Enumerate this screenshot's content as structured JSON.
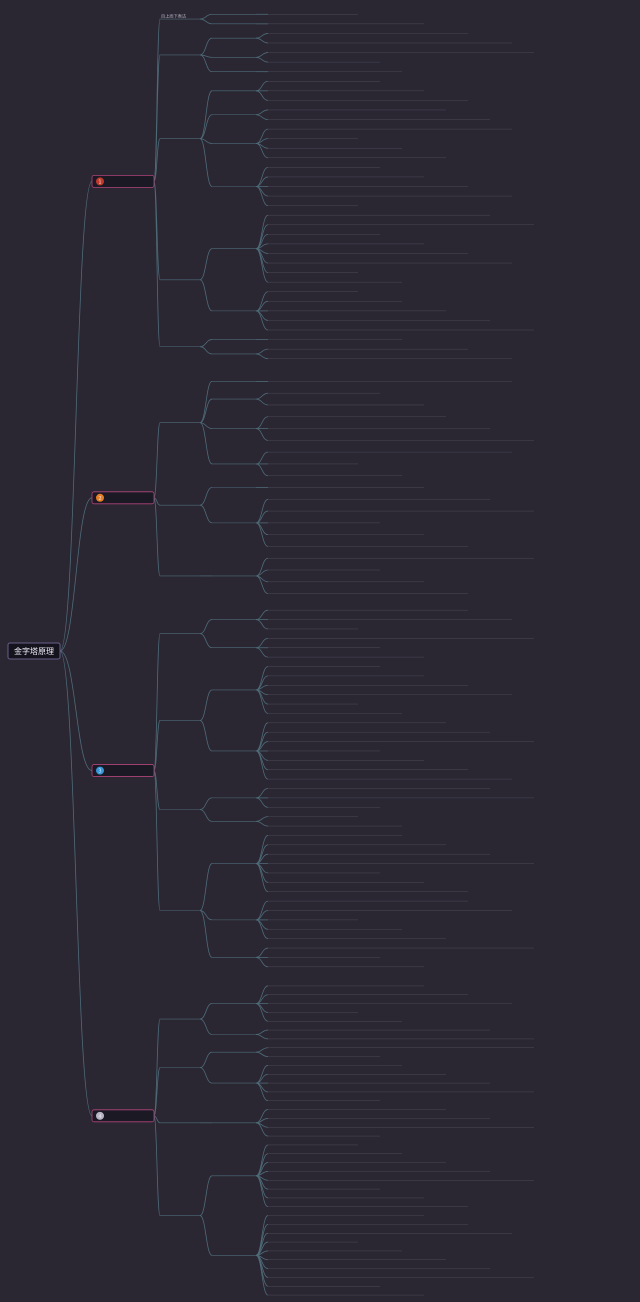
{
  "root": {
    "label": "金字塔原理"
  },
  "branches": [
    {
      "number": "1",
      "label": "",
      "color": "#c0392b",
      "groups": [
        {
          "label": "自上而下表达",
          "leaves": [
            {
              "label": "",
              "subs": [
                ""
              ]
            },
            {
              "label": "",
              "subs": [
                ""
              ]
            }
          ]
        },
        {
          "label": "",
          "leaves": [
            {
              "label": "",
              "subs": [
                "",
                ""
              ]
            },
            {
              "label": "",
              "subs": [
                "",
                ""
              ]
            },
            {
              "label": "",
              "subs": [
                ""
              ]
            }
          ]
        },
        {
          "label": "",
          "leaves": [
            {
              "label": "",
              "subs": [
                "",
                "",
                ""
              ]
            },
            {
              "label": "",
              "subs": [
                "",
                ""
              ]
            },
            {
              "label": "",
              "subs": [
                "",
                "",
                "",
                ""
              ]
            },
            {
              "label": "",
              "subs": [
                "",
                "",
                "",
                "",
                ""
              ]
            }
          ]
        },
        {
          "label": "",
          "leaves": [
            {
              "label": "",
              "subs": [
                "",
                "",
                "",
                "",
                "",
                "",
                "",
                ""
              ]
            },
            {
              "label": "",
              "subs": [
                "",
                "",
                "",
                "",
                ""
              ]
            }
          ]
        },
        {
          "label": "",
          "leaves": [
            {
              "label": "",
              "subs": [
                ""
              ]
            },
            {
              "label": "",
              "subs": [
                "",
                ""
              ]
            }
          ]
        }
      ]
    },
    {
      "number": "2",
      "label": "",
      "color": "#e67e22",
      "groups": [
        {
          "label": "",
          "leaves": [
            {
              "label": "",
              "subs": [
                ""
              ]
            },
            {
              "label": "",
              "subs": [
                "",
                ""
              ]
            },
            {
              "label": "",
              "subs": [
                "",
                "",
                ""
              ]
            },
            {
              "label": "",
              "subs": [
                "",
                "",
                ""
              ]
            }
          ]
        },
        {
          "label": "",
          "leaves": [
            {
              "label": "",
              "subs": [
                ""
              ]
            },
            {
              "label": "",
              "subs": [
                "",
                "",
                "",
                "",
                ""
              ]
            }
          ]
        },
        {
          "label": "",
          "leaves": [
            {
              "label": "",
              "subs": [
                "",
                "",
                "",
                ""
              ]
            }
          ]
        }
      ]
    },
    {
      "number": "3",
      "label": "",
      "color": "#3498db",
      "groups": [
        {
          "label": "",
          "leaves": [
            {
              "label": "",
              "subs": [
                "",
                "",
                ""
              ]
            },
            {
              "label": "",
              "subs": [
                "",
                "",
                ""
              ]
            }
          ]
        },
        {
          "label": "",
          "leaves": [
            {
              "label": "",
              "subs": [
                "",
                "",
                "",
                "",
                "",
                ""
              ]
            },
            {
              "label": "",
              "subs": [
                "",
                "",
                "",
                "",
                "",
                "",
                ""
              ]
            }
          ]
        },
        {
          "label": "",
          "leaves": [
            {
              "label": "",
              "subs": [
                "",
                "",
                ""
              ]
            },
            {
              "label": "",
              "subs": [
                "",
                ""
              ]
            }
          ]
        },
        {
          "label": "",
          "leaves": [
            {
              "label": "",
              "subs": [
                "",
                "",
                "",
                "",
                "",
                "",
                ""
              ]
            },
            {
              "label": "",
              "subs": [
                "",
                "",
                "",
                "",
                ""
              ]
            },
            {
              "label": "",
              "subs": [
                "",
                "",
                ""
              ]
            }
          ]
        }
      ]
    },
    {
      "number": "4",
      "label": "",
      "color": "#b9b4c4",
      "groups": [
        {
          "label": "",
          "leaves": [
            {
              "label": "",
              "subs": [
                "",
                "",
                "",
                "",
                ""
              ]
            },
            {
              "label": "",
              "subs": [
                "",
                ""
              ]
            }
          ]
        },
        {
          "label": "",
          "leaves": [
            {
              "label": "",
              "subs": [
                "",
                ""
              ]
            },
            {
              "label": "",
              "subs": [
                "",
                "",
                "",
                "",
                ""
              ]
            }
          ]
        },
        {
          "label": "",
          "leaves": [
            {
              "label": "",
              "subs": [
                "",
                "",
                "",
                ""
              ]
            }
          ]
        },
        {
          "label": "",
          "leaves": [
            {
              "label": "",
              "subs": [
                "",
                "",
                "",
                "",
                "",
                "",
                "",
                ""
              ]
            },
            {
              "label": "",
              "subs": [
                "",
                "",
                "",
                "",
                "",
                "",
                "",
                "",
                "",
                ""
              ]
            }
          ]
        }
      ]
    }
  ]
}
